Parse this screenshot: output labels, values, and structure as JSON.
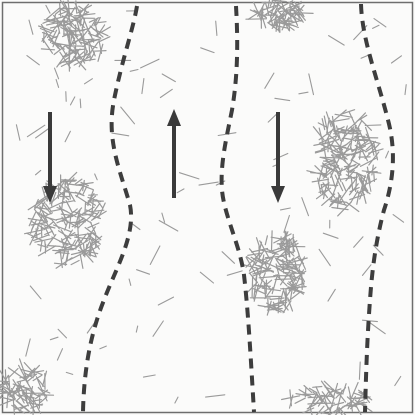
{
  "figure": {
    "background": "#fbfbfa",
    "frame_color": "#6e6e6e",
    "boundary_color": "#3d3d3d",
    "arrow_color": "#3a3a3a",
    "fiber_color": "#9a9a9a",
    "boundary_style": "dashed",
    "arrows": [
      {
        "direction": "down"
      },
      {
        "direction": "up"
      },
      {
        "direction": "down"
      }
    ],
    "clusters": [
      {
        "location": "top-left"
      },
      {
        "location": "top-center"
      },
      {
        "location": "right-middle"
      },
      {
        "location": "left-middle"
      },
      {
        "location": "center-lower"
      },
      {
        "location": "bottom-left"
      },
      {
        "location": "bottom-right"
      }
    ]
  }
}
